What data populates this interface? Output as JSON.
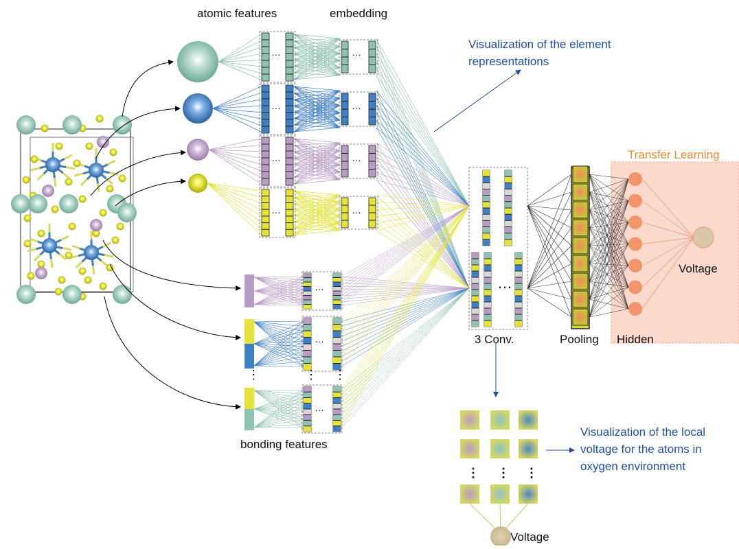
{
  "labels": {
    "atomic_features": "atomic features",
    "embedding": "embedding",
    "bonding_features": "bonding features",
    "conv": "3 Conv.",
    "pooling": "Pooling",
    "hidden": "Hidden",
    "transfer_learning": "Transfer Learning",
    "voltage_output": "Voltage",
    "voltage_bottom": "Voltage",
    "ellipsis": "…",
    "vis_element": "Visualization of the element representations",
    "vis_local": "Visualization of the local voltage for the atoms in oxygen environment"
  },
  "colors": {
    "green": "#8fc2b0",
    "blue": "#3f7fc4",
    "purple": "#b89cc4",
    "yellow": "#e3e33a",
    "orange_node": "#f2956a",
    "transfer_bg": "#fbd9cc",
    "annotation_blue": "#1f4fa0",
    "transfer_text": "#f08a30"
  },
  "icons": [
    "crystal-structure-icon",
    "atom-sphere-icon",
    "output-node-icon",
    "heatmap-tile-icon"
  ]
}
